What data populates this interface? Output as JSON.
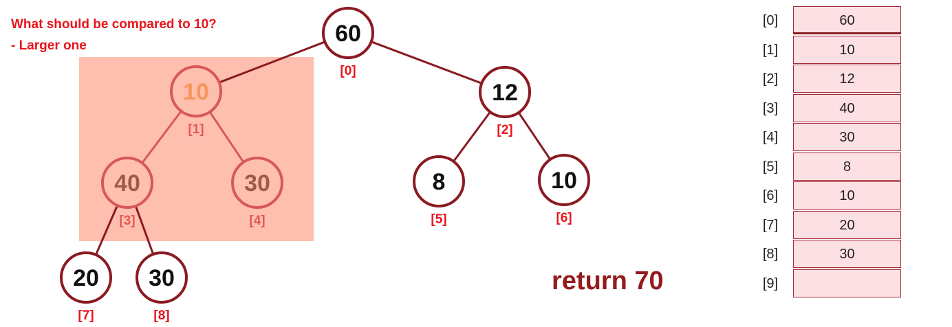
{
  "question": {
    "line1": "What should be compared to 10?",
    "line2": "- Larger one"
  },
  "return_text": "return 70",
  "colors": {
    "edge": "#8b1a22",
    "node_border": "#8b1a22",
    "highlight_fill": "#ffbfae",
    "faded_border": "#d7585a",
    "faded_text_root": "#f7955a",
    "faded_text": "#a05a4a",
    "index_label": "#e8141c",
    "faded_index_label": "#e05a55",
    "question_text": "#e8141c",
    "return_text": "#941b1e"
  },
  "tree": {
    "nodes": [
      {
        "value": "60",
        "index": "[0]",
        "faded": false
      },
      {
        "value": "10",
        "index": "[1]",
        "faded": true
      },
      {
        "value": "12",
        "index": "[2]",
        "faded": false
      },
      {
        "value": "40",
        "index": "[3]",
        "faded": true
      },
      {
        "value": "30",
        "index": "[4]",
        "faded": true
      },
      {
        "value": "8",
        "index": "[5]",
        "faded": false
      },
      {
        "value": "10",
        "index": "[6]",
        "faded": false
      },
      {
        "value": "20",
        "index": "[7]",
        "faded": false
      },
      {
        "value": "30",
        "index": "[8]",
        "faded": false
      }
    ],
    "edges": [
      [
        0,
        1
      ],
      [
        0,
        2
      ],
      [
        1,
        3
      ],
      [
        1,
        4
      ],
      [
        2,
        5
      ],
      [
        2,
        6
      ],
      [
        3,
        7
      ],
      [
        3,
        8
      ]
    ]
  },
  "array": {
    "indices": [
      "[0]",
      "[1]",
      "[2]",
      "[3]",
      "[4]",
      "[5]",
      "[6]",
      "[7]",
      "[8]",
      "[9]"
    ],
    "cells": [
      "60",
      "10",
      "12",
      "40",
      "30",
      "8",
      "10",
      "20",
      "30",
      ""
    ]
  }
}
